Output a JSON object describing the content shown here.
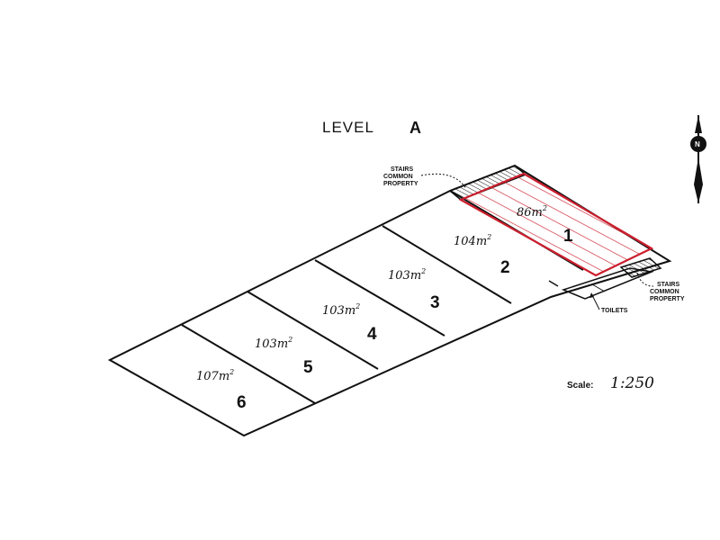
{
  "title": {
    "level_word": "LEVEL",
    "level_letter": "A"
  },
  "lots": [
    {
      "number": "1",
      "area": "86",
      "highlighted": true
    },
    {
      "number": "2",
      "area": "104"
    },
    {
      "number": "3",
      "area": "103"
    },
    {
      "number": "4",
      "area": "103"
    },
    {
      "number": "5",
      "area": "103"
    },
    {
      "number": "6",
      "area": "107"
    }
  ],
  "area_unit": "m",
  "area_unit_sup": "2",
  "stairs_top": {
    "line1": "STAIRS",
    "line2": "COMMON",
    "line3": "PROPERTY"
  },
  "stairs_right": {
    "line1": "STAIRS",
    "line2": "COMMON",
    "line3": "PROPERTY"
  },
  "toilets_label": "TOILETS",
  "scale": {
    "caption": "Scale:",
    "value": "1:250"
  },
  "north_label": "N",
  "colors": {
    "highlight": "#cc1f2e",
    "line": "#111111"
  }
}
